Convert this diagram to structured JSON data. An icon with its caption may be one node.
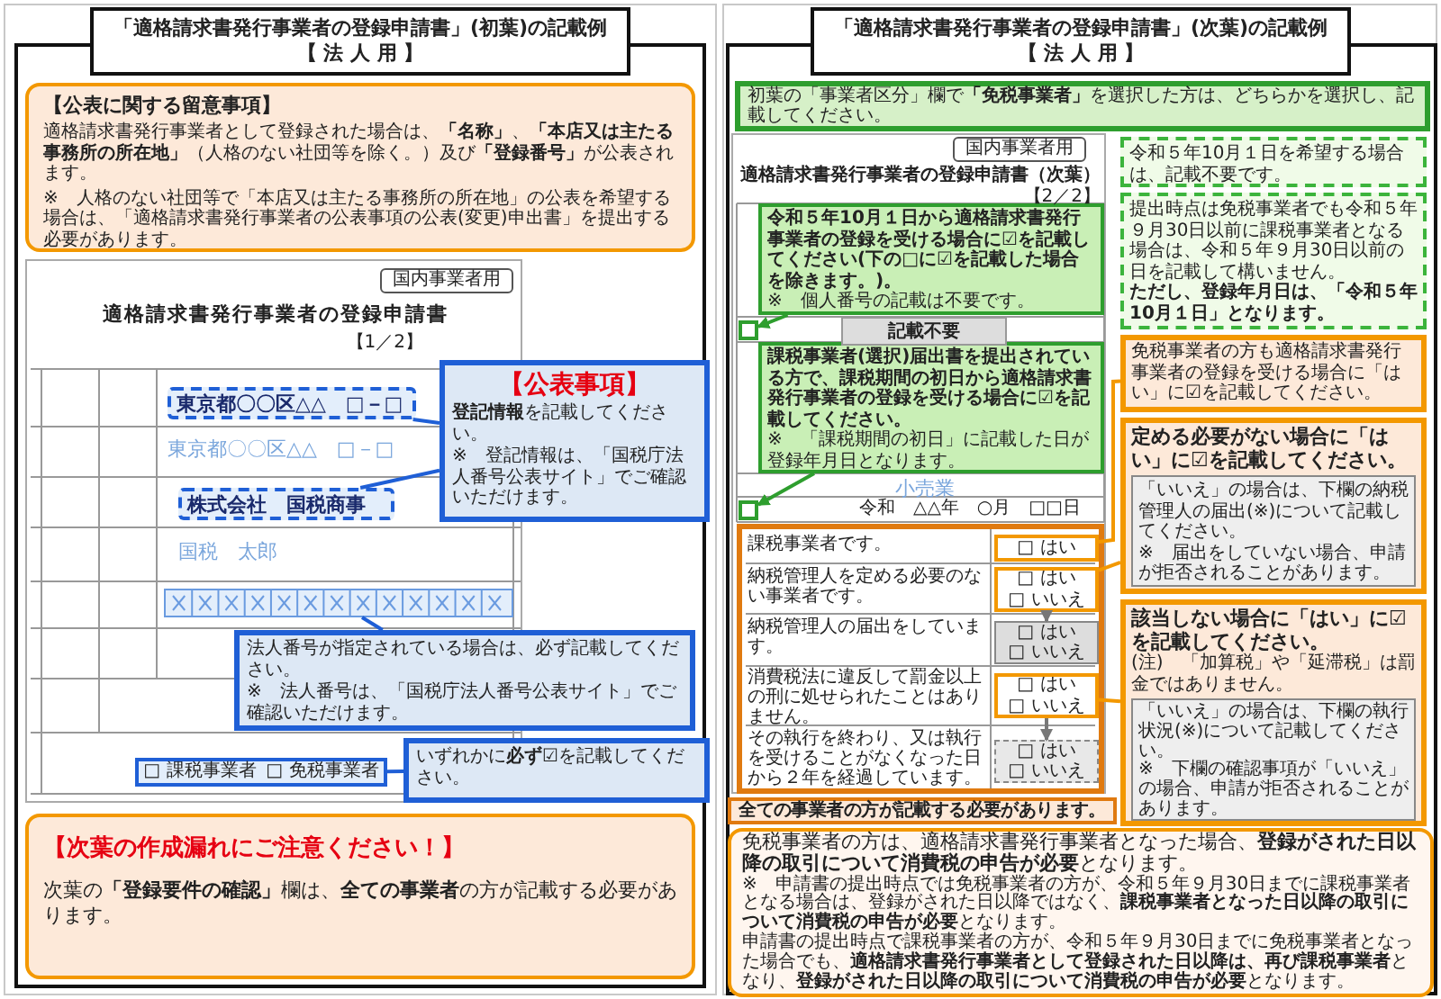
{
  "diagram": {
    "nodes": [
      {
        "text": [
          "「適格請求書発行事業者の登録申請書」(初葉)の記載例",
          "【 法 人 用 】"
        ]
      },
      {
        "text": [
          "【公表に関する留意事項】",
          "適格請求書発行事業者として登録された場合は、**「名称」**、**「本店又は主たる事務所の所在地」**（人格のない社団等を除く。）及び**「登録番号」**が公表されます。",
          "※　人格のない社団等で「本店又は主たる事務所の所在地」の公表を希望する場合は、「適格請求書発行事業者の公表事項の公表(変更)申出書」を提出する必要があります。"
        ]
      },
      {
        "text": [
          "国内事業者用",
          "適格請求書発行事業者の登録申請書",
          "【1／2】"
        ]
      },
      {
        "text": [
          "東京都〇〇区△△　□－□"
        ],
        "in": 2
      },
      {
        "text": [
          "株式会社　国税商事"
        ],
        "in": 2
      },
      {
        "text": [],
        "shape": "box",
        "in": 2
      },
      {
        "text": [
          "□ 課税事業者",
          "□ 免税事業者"
        ],
        "in": 2
      },
      {
        "text": [
          "【公表事項】",
          "**登記情報**を記載してください。",
          "※　登記情報は、「国税庁法人番号公表サイト」でご確認いただけます。"
        ]
      },
      {
        "text": [
          "法人番号が指定されている場合は、必ず記載してください。",
          "※　法人番号は、「国税庁法人番号公表サイト」でご確認いただけます。"
        ]
      },
      {
        "text": [
          "いずれかに**必ず**☑を記載してください。"
        ]
      },
      {
        "text": [
          "【次葉の作成漏れにご注意ください！】",
          "次葉の**「登録要件の確認」**欄は、**全ての事業者**の方が記載する必要があります。"
        ]
      },
      {
        "text": [
          "「適格請求書発行事業者の登録申請書」(次葉)の記載例",
          "【 法 人 用 】"
        ]
      },
      {
        "text": [
          "初葉の「事業者区分」欄で**「免税事業者」**を選択した方は、どちらかを選択し、記載してください。"
        ]
      },
      {
        "text": [
          "国内事業者用",
          "適格請求書発行事業者の登録申請書（次葉）",
          "【2／2】"
        ]
      },
      {
        "text": [
          "令和５年10月１日から適格請求書発行事業者の登録を受ける場合に☑を記載してください(下の□に☑を記載した場合を除きます。)。",
          "※　個人番号の記載は不要です。"
        ],
        "in": 13
      },
      {
        "text": [
          "課税事業者(選択)届出書を提出されている方で、課税期間の初日から適格請求書発行事業者の登録を受ける場合に☑を記載してください。",
          "※　「課税期間の初日」に記載した日が登録年月日となります。"
        ],
        "in": 13
      },
      {
        "text": [],
        "shape": "box",
        "in": 13
      },
      {
        "text": [],
        "shape": "box",
        "in": 13
      },
      {
        "text": [
          "令和５年10月１日を希望する場合は、記載不要です。"
        ]
      },
      {
        "text": [
          "提出時点は免税事業者でも令和５年９月30日以前に課税事業者となる場合は、令和５年９月30日以前の日を記載して構いません。",
          "ただし、登録年月日は、**「令和５年10月１日」**となります。"
        ]
      },
      {
        "text": [
          "課税事業者です。",
          "納税管理人を定める必要のない事業者です。",
          "納税管理人の届出をしています。",
          "消費税法に違反して罰金以上の刑に処せられたことはありません。",
          "その執行を終わり、又は執行を受けることがなくなった日から２年を経過しています。"
        ],
        "in": 13
      },
      {
        "text": [
          "□ はい"
        ],
        "in": 20
      },
      {
        "text": [
          "□ はい",
          "□ いいえ"
        ],
        "in": 20
      },
      {
        "text": [
          "□ はい",
          "□ いいえ"
        ],
        "in": 20
      },
      {
        "text": [
          "□ はい",
          "□ いいえ"
        ],
        "in": 20
      },
      {
        "text": [
          "□ はい",
          "□ いいえ"
        ],
        "in": 20
      },
      {
        "text": [
          "免税事業者の方も適格請求書発行事業者の登録を受ける場合に「はい」に☑を記載してください。"
        ]
      },
      {
        "text": [
          "定める必要がない場合に「はい」に☑を記載してください。"
        ]
      },
      {
        "text": [
          "「いいえ」の場合は、下欄の納税管理人の届出(※)について記載してください。",
          "※　届出をしていない場合、申請が拒否されることがあります。"
        ],
        "in": 27
      },
      {
        "text": [
          "該当しない場合に「はい」に☑を記載してください。",
          "(注)　「加算税」や「延滞税」は罰金ではありません。"
        ]
      },
      {
        "text": [
          "「いいえ」の場合は、下欄の執行状況(※)について記載してください。",
          "※　下欄の確認事項が「いいえ」の場合、申請が拒否されることがあります。"
        ],
        "in": 29
      },
      {
        "text": [
          "**全ての事業者の方**が記載する必要があります。"
        ]
      },
      {
        "text": [
          "免税事業者の方は、適格請求書発行事業者となった場合、**登録がされた日以降の取引について消費税の申告が必要**となります。",
          "※　申請書の提出時点では免税事業者の方が、令和５年９月30日までに課税事業者となる場合は、登録がされた日以降ではなく、**課税事業者となった日以降の取引について消費税の申告が必要**となります。",
          "申請書の提出時点で課税事業者の方が、令和５年９月30日までに免税事業者となった場合でも、**適格請求書発行事業者として登録された日以降は、再び課税事業者**となり、**登録がされた日以降の取引について消費税の申告が必要**となります。"
        ]
      }
    ],
    "edges": [
      {
        "from": 3,
        "to": 7,
        "arrow": "none",
        "color": "#1f5fd6"
      },
      {
        "from": 4,
        "to": 7,
        "arrow": "none",
        "color": "#1f5fd6"
      },
      {
        "from": 5,
        "to": 8,
        "arrow": "none",
        "color": "#1f5fd6"
      },
      {
        "from": 6,
        "to": 9,
        "arrow": "none",
        "color": "#1f5fd6"
      },
      {
        "from": 14,
        "to": 16,
        "arrow": "to",
        "color": "#2e9e2e"
      },
      {
        "from": 15,
        "to": 17,
        "arrow": "to",
        "color": "#2e9e2e"
      },
      {
        "from": 21,
        "to": 26,
        "arrow": "none",
        "color": "#f39800"
      },
      {
        "from": 22,
        "to": 27,
        "arrow": "none",
        "color": "#f39800"
      },
      {
        "from": 24,
        "to": 29,
        "arrow": "none",
        "color": "#f39800"
      },
      {
        "from": 22,
        "to": 23,
        "arrow": "to",
        "color": "#777777"
      },
      {
        "from": 24,
        "to": 25,
        "arrow": "to",
        "color": "#777777"
      }
    ],
    "labels": [
      "東京都〇〇区△△　□－□",
      "国税　太郎",
      "記載不要",
      "小売業",
      "令和　△△年　○月　□□日"
    ]
  }
}
